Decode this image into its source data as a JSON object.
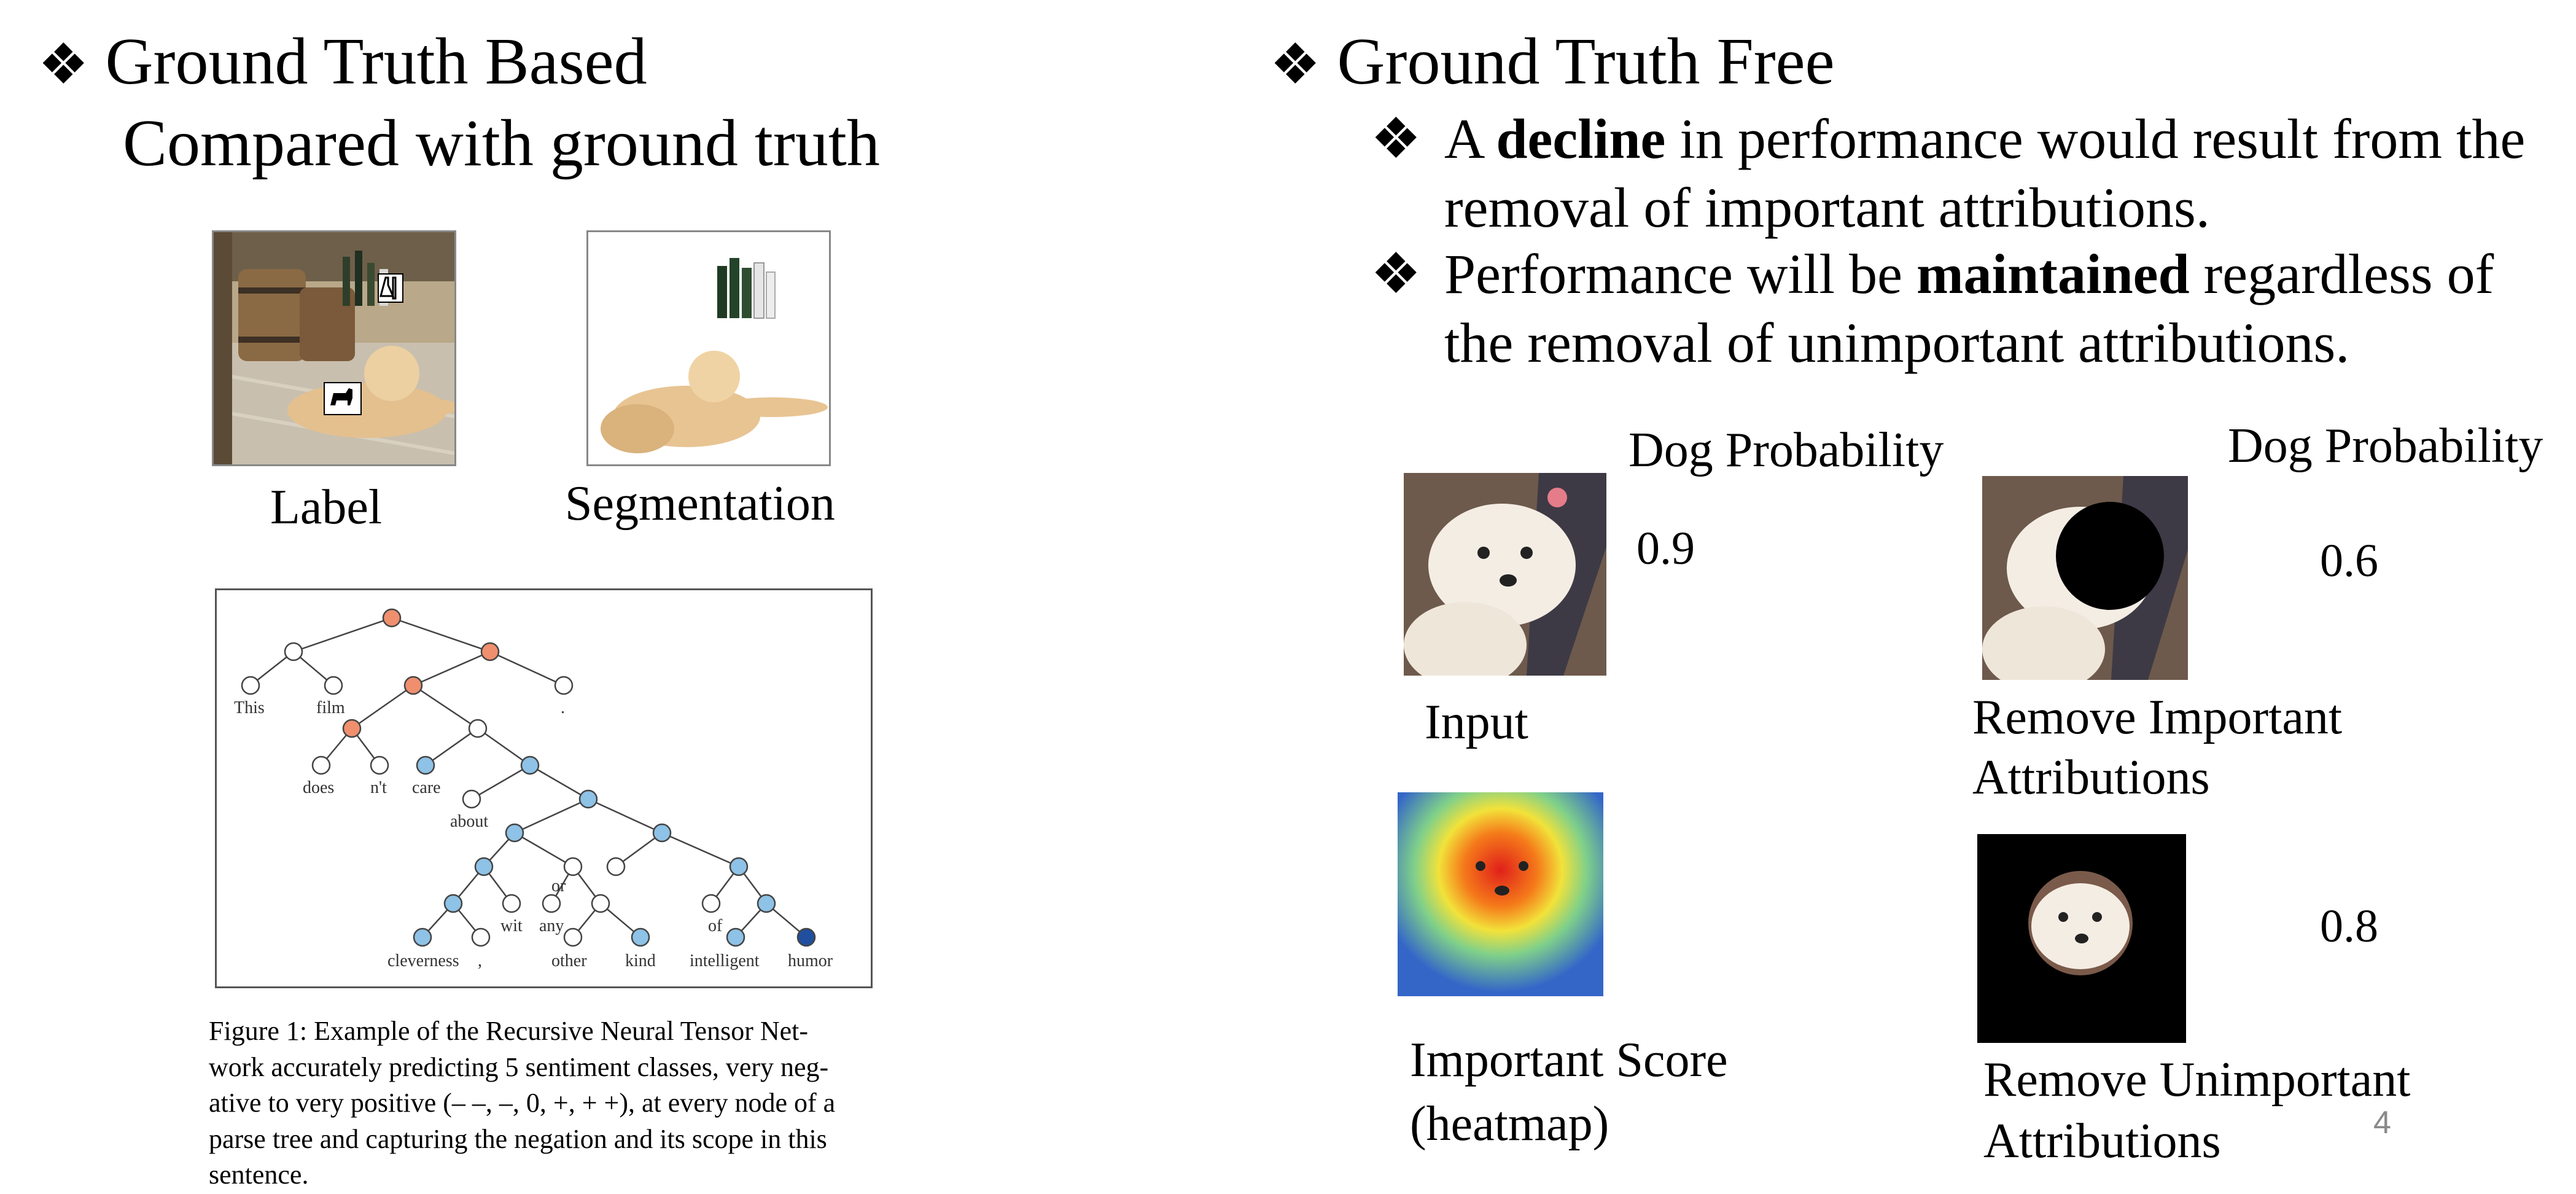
{
  "left": {
    "bullet_glyph": "❖",
    "heading": "Ground Truth Based",
    "subheading": "Compared with ground truth",
    "label_caption": "Label",
    "segmentation_caption": "Segmentation",
    "tree_words": {
      "this": "This",
      "film": "film",
      "dot": ".",
      "does": "does",
      "nt": "n't",
      "care": "care",
      "about": "about",
      "or": "or",
      "wit": "wit",
      "any": "any",
      "cleverness": "cleverness",
      "comma": ",",
      "other": "other",
      "kind": "kind",
      "of": "of",
      "intelligent": "intelligent",
      "humor": "humor"
    },
    "figure_caption": {
      "line1": "Figure 1: Example of the Recursive Neural Tensor Net-",
      "line2": "work accurately predicting 5 sentiment classes, very neg-",
      "line3": "ative to very positive (– –, –, 0, +, + +), at every node of a",
      "line4": "parse tree and capturing the negation and its scope in this",
      "line5": "sentence."
    }
  },
  "right": {
    "bullet_glyph": "❖",
    "heading": "Ground Truth Free",
    "bullets": [
      {
        "pre": "A ",
        "bold": "decline",
        "post": " in performance would result from the",
        "line2": "removal of important attributions."
      },
      {
        "pre": "Performance will be ",
        "bold": "maintained",
        "post": " regardless of",
        "line2": "the removal of unimportant attributions."
      }
    ],
    "dog_prob_label_1": "Dog Probability",
    "dog_prob_label_2": "Dog Probability",
    "input_value": "0.9",
    "remove_important_value": "0.6",
    "remove_unimportant_value": "0.8",
    "input_caption": "Input",
    "remove_important_caption_1": "Remove Important",
    "remove_important_caption_2": "Attributions",
    "heatmap_caption_1": "Important Score",
    "heatmap_caption_2": "(heatmap)",
    "remove_unimportant_caption_1": "Remove Unimportant",
    "remove_unimportant_caption_2": "Attributions"
  },
  "page_number": "4"
}
